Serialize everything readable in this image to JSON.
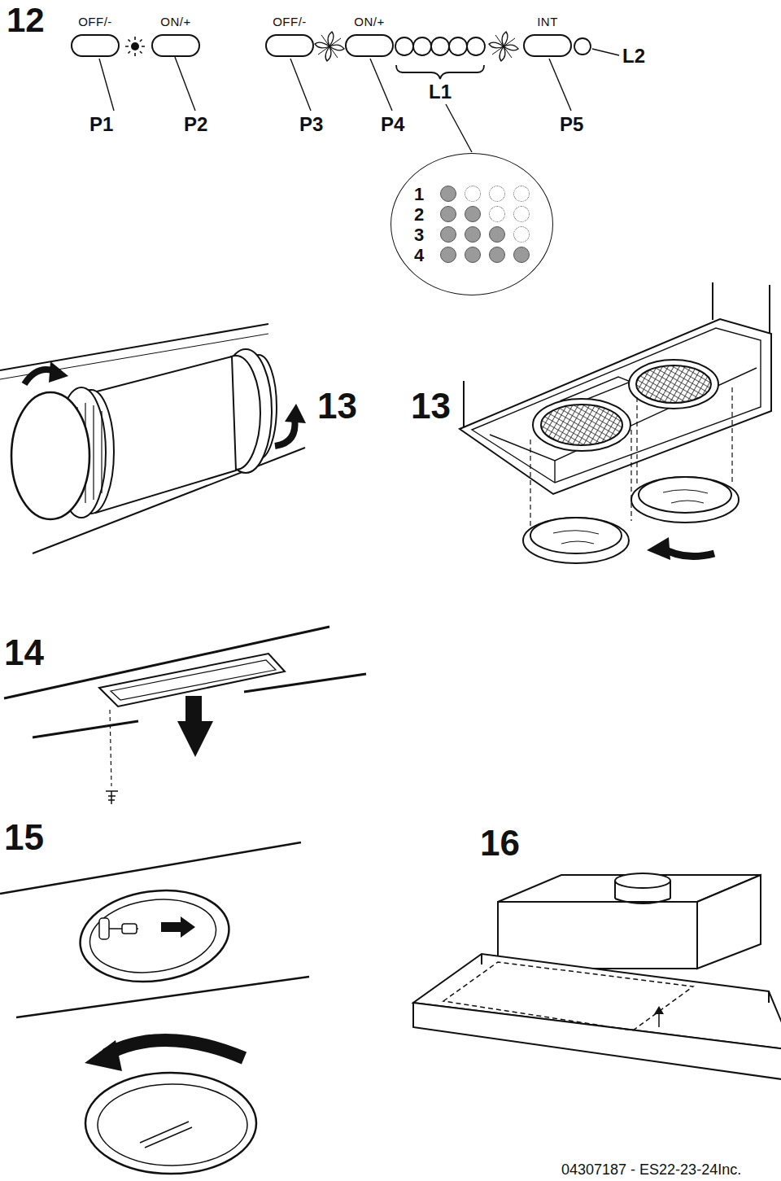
{
  "diagram": {
    "nodes": [
      {
        "text": [
          "OFF/-"
        ]
      },
      {
        "text": [
          "ON/+"
        ]
      },
      {
        "text": [
          "OFF/-"
        ]
      },
      {
        "text": [
          "ON/+"
        ]
      },
      {
        "text": [
          "INT"
        ]
      },
      {
        "text": [
          "1",
          "2",
          "3",
          "4"
        ]
      }
    ],
    "labels": [
      "12",
      "P1",
      "P2",
      "P3",
      "P4",
      "P5",
      "L1",
      "L2",
      "13",
      "13",
      "14",
      "15",
      "16",
      "04307187 - ES22-23-24Inc."
    ]
  }
}
